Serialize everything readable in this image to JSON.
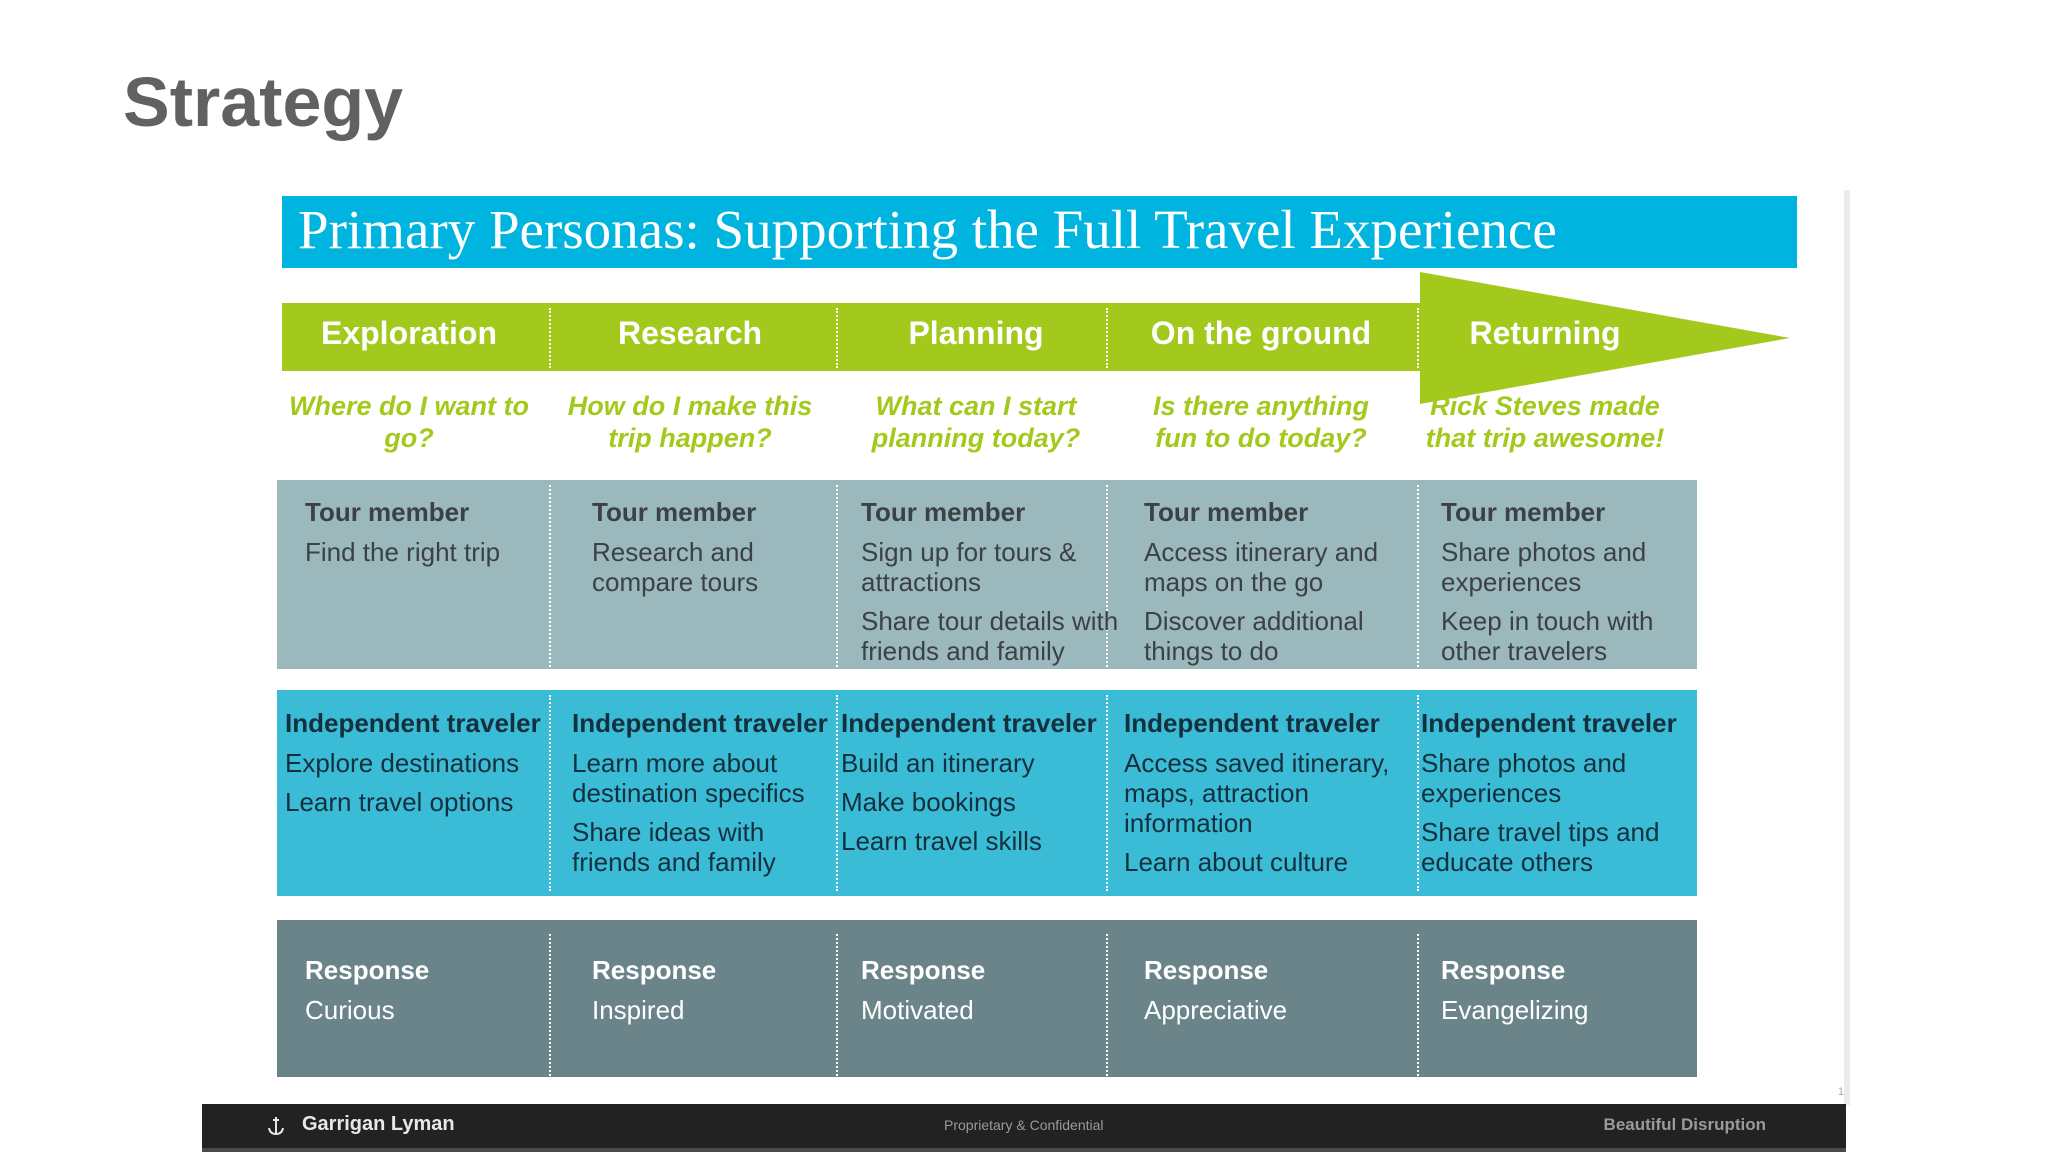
{
  "slide": {
    "title": "Strategy"
  },
  "diagram": {
    "banner_title": "Primary Personas: Supporting the Full Travel Experience",
    "phases": [
      {
        "label": "Exploration",
        "question": "Where do I want to go?"
      },
      {
        "label": "Research",
        "question": "How do I make this trip happen?"
      },
      {
        "label": "Planning",
        "question": "What can I start planning today?"
      },
      {
        "label": "On the ground",
        "question": "Is there anything fun to do today?"
      },
      {
        "label": "Returning",
        "question": "Rick Steves made that trip awesome!"
      }
    ],
    "tour_member": [
      {
        "head": "Tour member",
        "items": [
          "Find the right trip"
        ]
      },
      {
        "head": "Tour member",
        "items": [
          "Research and compare tours"
        ]
      },
      {
        "head": "Tour member",
        "items": [
          "Sign up for tours & attractions",
          "Share tour details with friends and family"
        ]
      },
      {
        "head": "Tour member",
        "items": [
          "Access itinerary and maps on the go",
          "Discover additional things to do"
        ]
      },
      {
        "head": "Tour member",
        "items": [
          "Share photos and experiences",
          "Keep in touch with other travelers"
        ]
      }
    ],
    "independent_traveler": [
      {
        "head": "Independent traveler",
        "items": [
          "Explore destinations",
          "Learn travel options"
        ]
      },
      {
        "head": "Independent traveler",
        "items": [
          "Learn more about destination specifics",
          "Share ideas with friends and family"
        ]
      },
      {
        "head": "Independent traveler",
        "items": [
          "Build an itinerary",
          "Make bookings",
          "Learn travel skills"
        ]
      },
      {
        "head": "Independent traveler",
        "items": [
          "Access saved itinerary, maps, attraction information",
          "Learn about culture"
        ]
      },
      {
        "head": "Independent traveler",
        "items": [
          "Share photos and experiences",
          "Share travel tips and educate others"
        ]
      }
    ],
    "response": [
      {
        "head": "Response",
        "items": [
          "Curious"
        ]
      },
      {
        "head": "Response",
        "items": [
          "Inspired"
        ]
      },
      {
        "head": "Response",
        "items": [
          "Motivated"
        ]
      },
      {
        "head": "Response",
        "items": [
          "Appreciative"
        ]
      },
      {
        "head": "Response",
        "items": [
          "Evangelizing"
        ]
      }
    ]
  },
  "footer": {
    "brand": "Garrigan Lyman",
    "confidential": "Proprietary & Confidential",
    "tagline": "Beautiful Disruption",
    "logo_icon": "anchor-icon"
  },
  "page_number": "1",
  "colors": {
    "banner": "#00b4e0",
    "phase_green": "#a3c91d",
    "tour_row": "#9bb8bc",
    "independent_row": "#3bbcd6",
    "response_row": "#6a8489",
    "title_gray": "#616161"
  }
}
